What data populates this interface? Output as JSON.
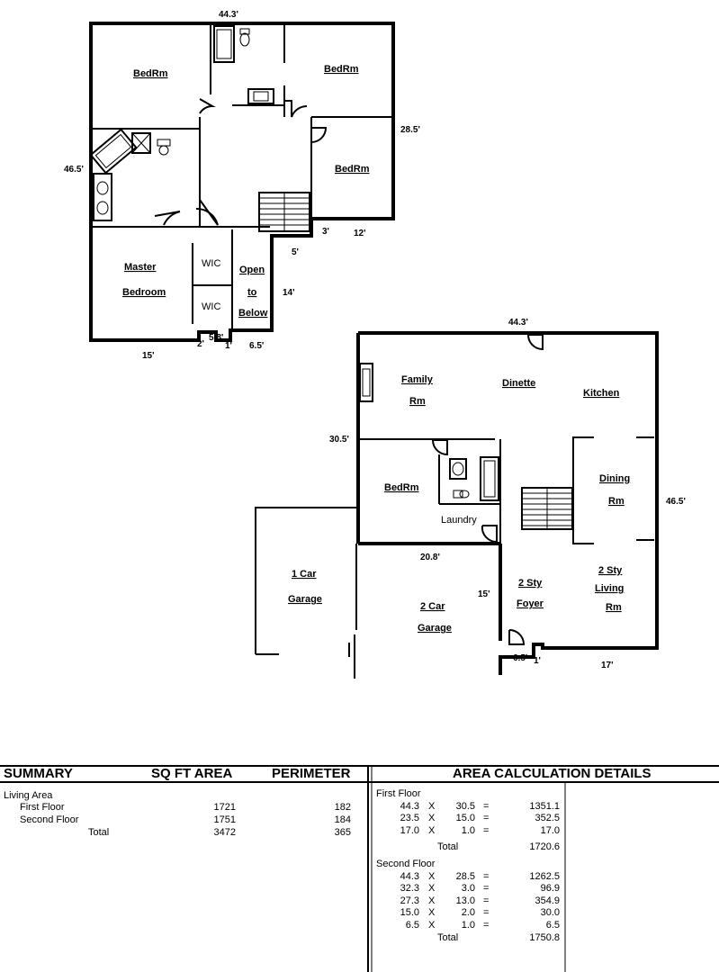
{
  "second_floor": {
    "rooms": {
      "bedrm_nw": "BedRm",
      "bedrm_ne": "BedRm",
      "bedrm_e": "BedRm",
      "master_line1": "Master",
      "master_line2": "Bedroom",
      "wic_top": "WIC",
      "wic_bottom": "WIC",
      "open_line1": "Open",
      "open_line2": "to",
      "open_line3": "Below"
    },
    "dims": {
      "top": "44.3'",
      "right": "28.5'",
      "left": "46.5'",
      "d3": "3'",
      "d12": "12'",
      "d5": "5'",
      "d14": "14'",
      "d15": "15'",
      "d2": "2'",
      "d58": "5.8'",
      "d1": "1'",
      "d65": "6.5'"
    }
  },
  "first_floor": {
    "rooms": {
      "family_line1": "Family",
      "family_line2": "Rm",
      "dinette": "Dinette",
      "kitchen": "Kitchen",
      "bedrm": "BedRm",
      "laundry": "Laundry",
      "dining_line1": "Dining",
      "dining_line2": "Rm",
      "garage1_line1": "1 Car",
      "garage1_line2": "Garage",
      "garage2_line1": "2 Car",
      "garage2_line2": "Garage",
      "foyer_line1": "2 Sty",
      "foyer_line2": "Foyer",
      "living_line1": "2 Sty",
      "living_line2": "Living",
      "living_line3": "Rm"
    },
    "dims": {
      "top": "44.3'",
      "left": "30.5'",
      "right": "46.5'",
      "d208": "20.8'",
      "d15": "15'",
      "d65": "6.5'",
      "d1": "1'",
      "d17": "17'"
    }
  },
  "summary": {
    "headers": {
      "summary": "SUMMARY",
      "sqft": "SQ FT AREA",
      "perimeter": "PERIMETER",
      "details": "AREA CALCULATION DETAILS"
    },
    "living_area": "Living Area",
    "rows": [
      {
        "label": "First Floor",
        "area": "1721",
        "perimeter": "182"
      },
      {
        "label": "Second Floor",
        "area": "1751",
        "perimeter": "184"
      },
      {
        "label": "Total",
        "area": "3472",
        "perimeter": "365"
      }
    ],
    "first_floor_title": "First Floor",
    "first_floor_calcs": [
      {
        "a": "44.3",
        "x": "X",
        "b": "30.5",
        "eq": "=",
        "r": "1351.1"
      },
      {
        "a": "23.5",
        "x": "X",
        "b": "15.0",
        "eq": "=",
        "r": "352.5"
      },
      {
        "a": "17.0",
        "x": "X",
        "b": "1.0",
        "eq": "=",
        "r": "17.0"
      }
    ],
    "first_floor_total_label": "Total",
    "first_floor_total": "1720.6",
    "second_floor_title": "Second Floor",
    "second_floor_calcs": [
      {
        "a": "44.3",
        "x": "X",
        "b": "28.5",
        "eq": "=",
        "r": "1262.5"
      },
      {
        "a": "32.3",
        "x": "X",
        "b": "3.0",
        "eq": "=",
        "r": "96.9"
      },
      {
        "a": "27.3",
        "x": "X",
        "b": "13.0",
        "eq": "=",
        "r": "354.9"
      },
      {
        "a": "15.0",
        "x": "X",
        "b": "2.0",
        "eq": "=",
        "r": "30.0"
      },
      {
        "a": "6.5",
        "x": "X",
        "b": "1.0",
        "eq": "=",
        "r": "6.5"
      }
    ],
    "second_floor_total_label": "Total",
    "second_floor_total": "1750.8"
  }
}
